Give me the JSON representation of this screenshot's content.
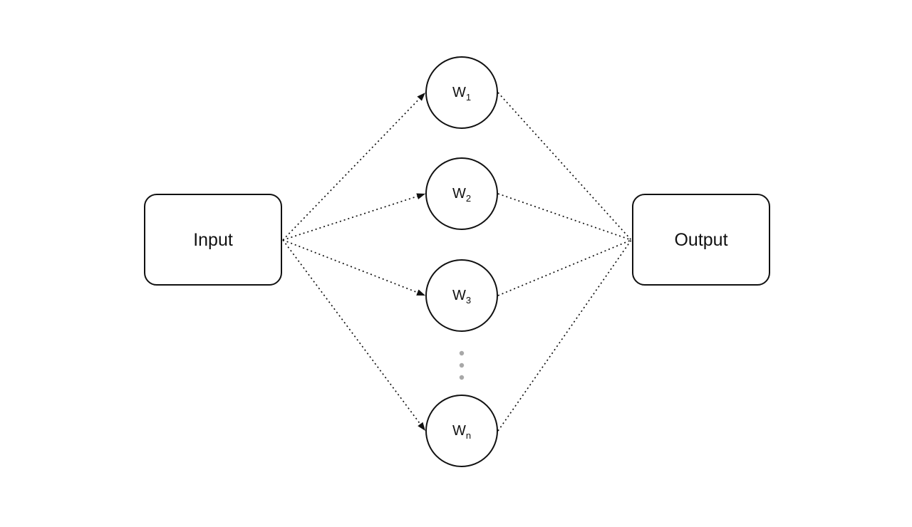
{
  "diagram": {
    "title": "input-weights-output-diagram",
    "input_label": "Input",
    "output_label": "Output",
    "nodes": [
      {
        "main": "W",
        "sub": "1"
      },
      {
        "main": "W",
        "sub": "2"
      },
      {
        "main": "W",
        "sub": "3"
      },
      {
        "main": "W",
        "sub": "n"
      }
    ],
    "ellipsis_icon": "vertical-ellipsis",
    "colors": {
      "stroke": "#111111",
      "text": "#111111",
      "dots": "#a8a8a8",
      "background": "#ffffff"
    }
  }
}
